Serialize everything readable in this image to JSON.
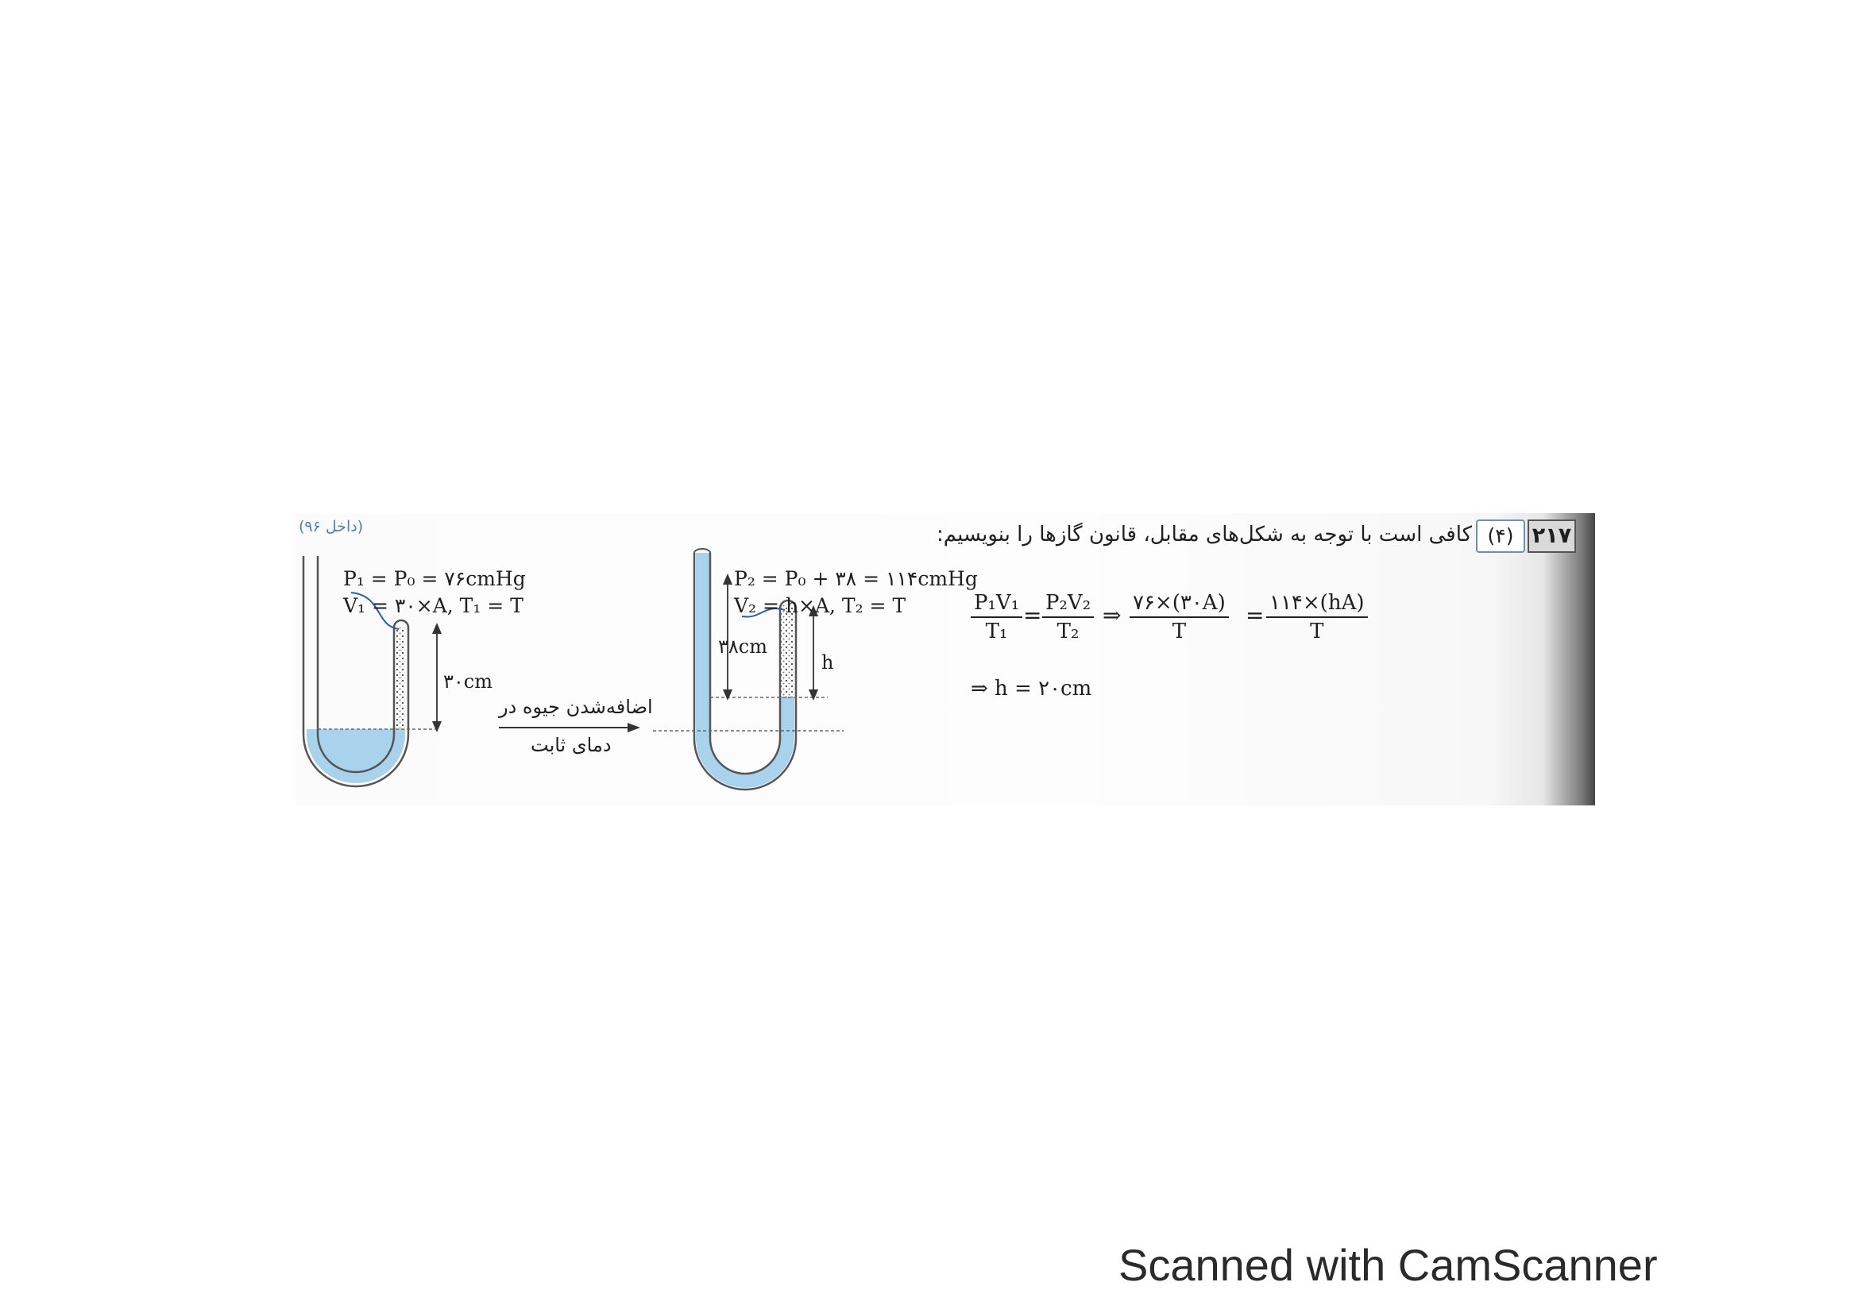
{
  "question": {
    "number": "۲۱۷",
    "answer": "(۴)",
    "text": "کافی است با توجه به شکل‌های مقابل، قانون گازها را بنویسیم:",
    "source": "(داخل ۹۶)"
  },
  "solution": {
    "f1_num": "P₁V₁",
    "f1_den": "T₁",
    "f2_num": "P₂V₂",
    "f2_den": "T₂",
    "f3_num": "۷۶×(۳۰A)",
    "f3_den": "T",
    "f4_num": "۱۱۴×(hA)",
    "f4_den": "T",
    "eq_sign": "=",
    "implies": "⇒",
    "result": "⇒ h = ۲۰cm"
  },
  "figure_left": {
    "line1": "P₁ = P₀ = ۷۶cmHg",
    "line2": "V₁ = ۳۰×A, T₁ = T",
    "height_label": "۳۰cm"
  },
  "transition": {
    "top": "اضافه‌شدن جیوه در",
    "bottom": "دمای ثابت"
  },
  "figure_right": {
    "line1": "P₂ = P₀ + ۳۸ = ۱۱۴cmHg",
    "line2": "V₂ = h×A, T₂ = T",
    "height_label": "۳۸cm",
    "gas_label": "h"
  },
  "footer": {
    "watermark": "Scanned with CamScanner"
  },
  "colors": {
    "mercury": "#a9d3ec",
    "tube": "#555555",
    "source": "#4f7fb8"
  }
}
